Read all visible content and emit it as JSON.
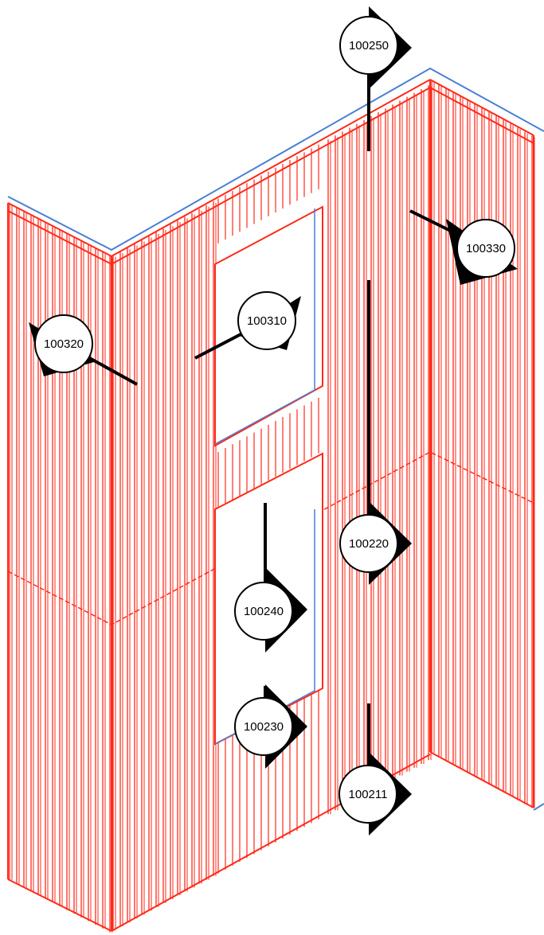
{
  "colors": {
    "framing": "#ff2a1a",
    "outline": "#4a7fd4",
    "marker": "#000000"
  },
  "callouts": [
    {
      "id": "100250",
      "label": "100250"
    },
    {
      "id": "100330",
      "label": "100330"
    },
    {
      "id": "100320",
      "label": "100320"
    },
    {
      "id": "100310",
      "label": "100310"
    },
    {
      "id": "100220",
      "label": "100220"
    },
    {
      "id": "100240",
      "label": "100240"
    },
    {
      "id": "100230",
      "label": "100230"
    },
    {
      "id": "100211",
      "label": "100211"
    }
  ]
}
